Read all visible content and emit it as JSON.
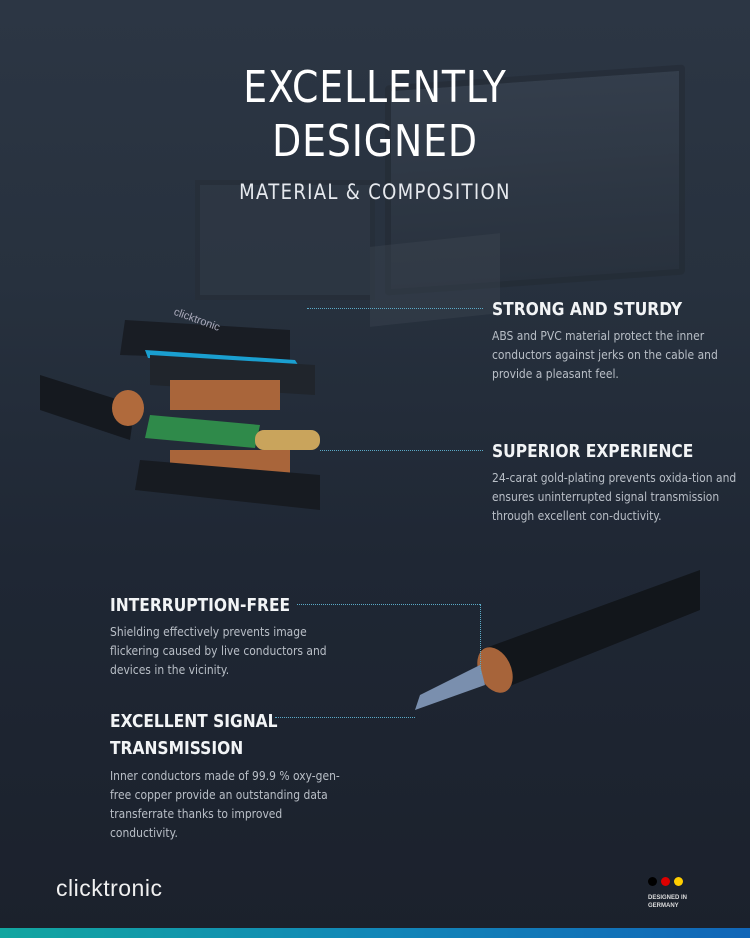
{
  "title_line1": "EXCELLENTLY",
  "title_line2": "DESIGNED",
  "subtitle": "MATERIAL & COMPOSITION",
  "features": [
    {
      "title": "STRONG AND STURDY",
      "text": "ABS and PVC material protect the inner conductors against jerks on the cable and provide a pleasant feel."
    },
    {
      "title": "SUPERIOR EXPERIENCE",
      "text": "24-carat gold-plating prevents oxida-tion and ensures uninterrupted signal transmission through excellent con-ductivity."
    },
    {
      "title": "INTERRUPTION-FREE",
      "text": "Shielding effectively prevents image flickering caused by live conductors and devices in the vicinity."
    },
    {
      "title": "EXCELLENT SIGNAL TRANSMISSION",
      "text": "Inner conductors made of 99.9 % oxy-gen-free copper provide an outstanding data transferrate thanks to improved conductivity."
    }
  ],
  "brand": "clicktronic",
  "connector_logo": "clicktronic",
  "badge": {
    "line1": "DESIGNED IN",
    "line2": "GERMANY",
    "colors": [
      "#000000",
      "#dd0000",
      "#ffce00"
    ]
  },
  "accent": "#2ab7d8"
}
